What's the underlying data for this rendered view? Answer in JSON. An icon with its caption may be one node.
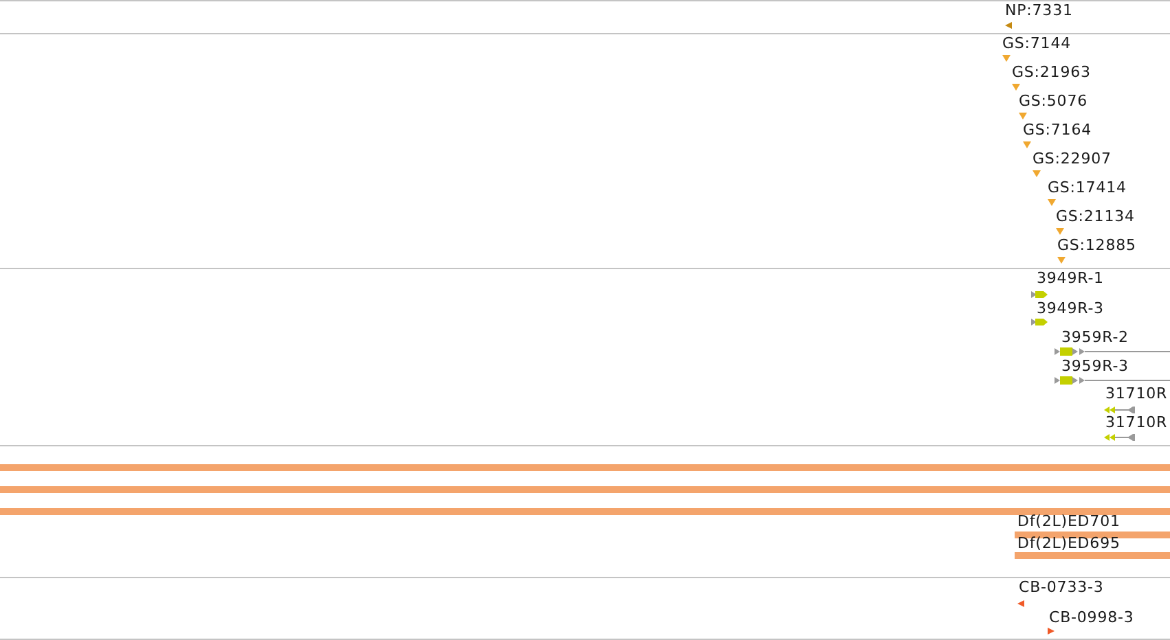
{
  "diagram": {
    "labels": [
      "NP:7331",
      "GS:7144",
      "GS:21963",
      "GS:5076",
      "GS:7164",
      "GS:22907",
      "GS:17414",
      "GS:21134",
      "GS:12885",
      "3949R-1",
      "3949R-3",
      "3959R-2",
      "3959R-3",
      "31710R",
      "31710R",
      "Df(2L)ED701",
      "Df(2L)ED695",
      "CB-0733-3",
      "CB-0998-3"
    ]
  }
}
